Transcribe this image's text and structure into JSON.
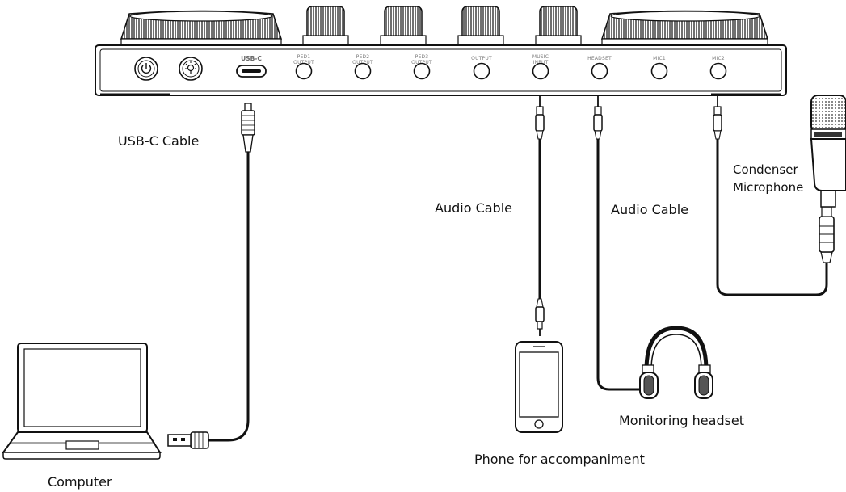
{
  "device": {
    "ports": [
      "USB-C",
      "PED1 OUTPUT",
      "PED2 OUTPUT",
      "PED3 OUTPUT",
      "OUTPUT",
      "MUSIC INPUT",
      "HEADSET",
      "MIC1",
      "MIC2"
    ]
  },
  "labels": {
    "usb_cable": "USB-C Cable",
    "audio_cable_left": "Audio Cable",
    "audio_cable_right": "Audio Cable",
    "mic_line1": "Condenser",
    "mic_line2": "Microphone",
    "computer": "Computer",
    "phone": "Phone for accompaniment",
    "headset": "Monitoring headset"
  },
  "colors": {
    "line": "#1a1a1a",
    "fill": "#ffffff",
    "accent": "#555555"
  }
}
